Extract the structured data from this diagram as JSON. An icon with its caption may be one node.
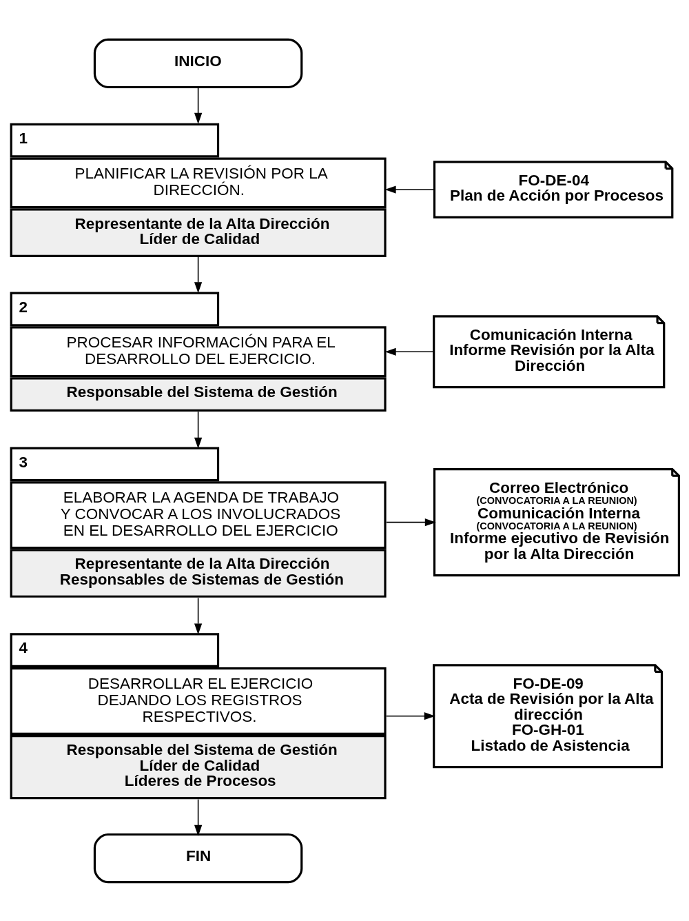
{
  "diagram": {
    "nodes": [
      {
        "text": [
          "INICIO"
        ]
      },
      {
        "text": [
          "1",
          "PLANIFICAR LA REVISIÓN POR LA DIRECCIÓN.",
          "Representante de la Alta Dirección",
          "Líder de Calidad"
        ]
      },
      {
        "text": [
          "FO-DE-04",
          "Plan de Acción por Procesos"
        ]
      },
      {
        "text": [
          "2",
          "PROCESAR INFORMACIÓN PARA EL DESARROLLO DEL EJERCICIO.",
          "Responsable del Sistema de Gestión"
        ]
      },
      {
        "text": [
          "Comunicación Interna",
          "Informe Revisión por la Alta Dirección"
        ]
      },
      {
        "text": [
          "3",
          "ELABORAR LA AGENDA DE TRABAJO Y CONVOCAR A LOS INVOLUCRADOS EN EL DESARROLLO DEL EJERCICIO",
          "Representante de la Alta Dirección",
          "Responsables de Sistemas de Gestión"
        ]
      },
      {
        "text": [
          "Correo Electrónico",
          "(CONVOCATORIA A LA REUNION)",
          "Comunicación Interna",
          "(CONVOCATORIA A LA REUNION)",
          "Informe ejecutivo de Revisión por la Alta Dirección"
        ]
      },
      {
        "text": [
          "4",
          "DESARROLLAR EL EJERCICIO DEJANDO LOS REGISTROS RESPECTIVOS.",
          "Responsable del Sistema de Gestión",
          "Líder de Calidad",
          "Líderes de Procesos"
        ]
      },
      {
        "text": [
          "FO-DE-09",
          "Acta de Revisión por la Alta dirección",
          "FO-GH-01",
          "Listado de Asistencia"
        ]
      },
      {
        "text": [
          "FIN"
        ]
      }
    ],
    "edges": [
      {
        "from": 0,
        "to": 1,
        "arrow": "to"
      },
      {
        "from": 2,
        "to": 1,
        "arrow": "to"
      },
      {
        "from": 1,
        "to": 3,
        "arrow": "to"
      },
      {
        "from": 4,
        "to": 3,
        "arrow": "to"
      },
      {
        "from": 3,
        "to": 5,
        "arrow": "to"
      },
      {
        "from": 5,
        "to": 6,
        "arrow": "to"
      },
      {
        "from": 5,
        "to": 7,
        "arrow": "to"
      },
      {
        "from": 7,
        "to": 8,
        "arrow": "to"
      },
      {
        "from": 7,
        "to": 9,
        "arrow": "to"
      }
    ]
  }
}
